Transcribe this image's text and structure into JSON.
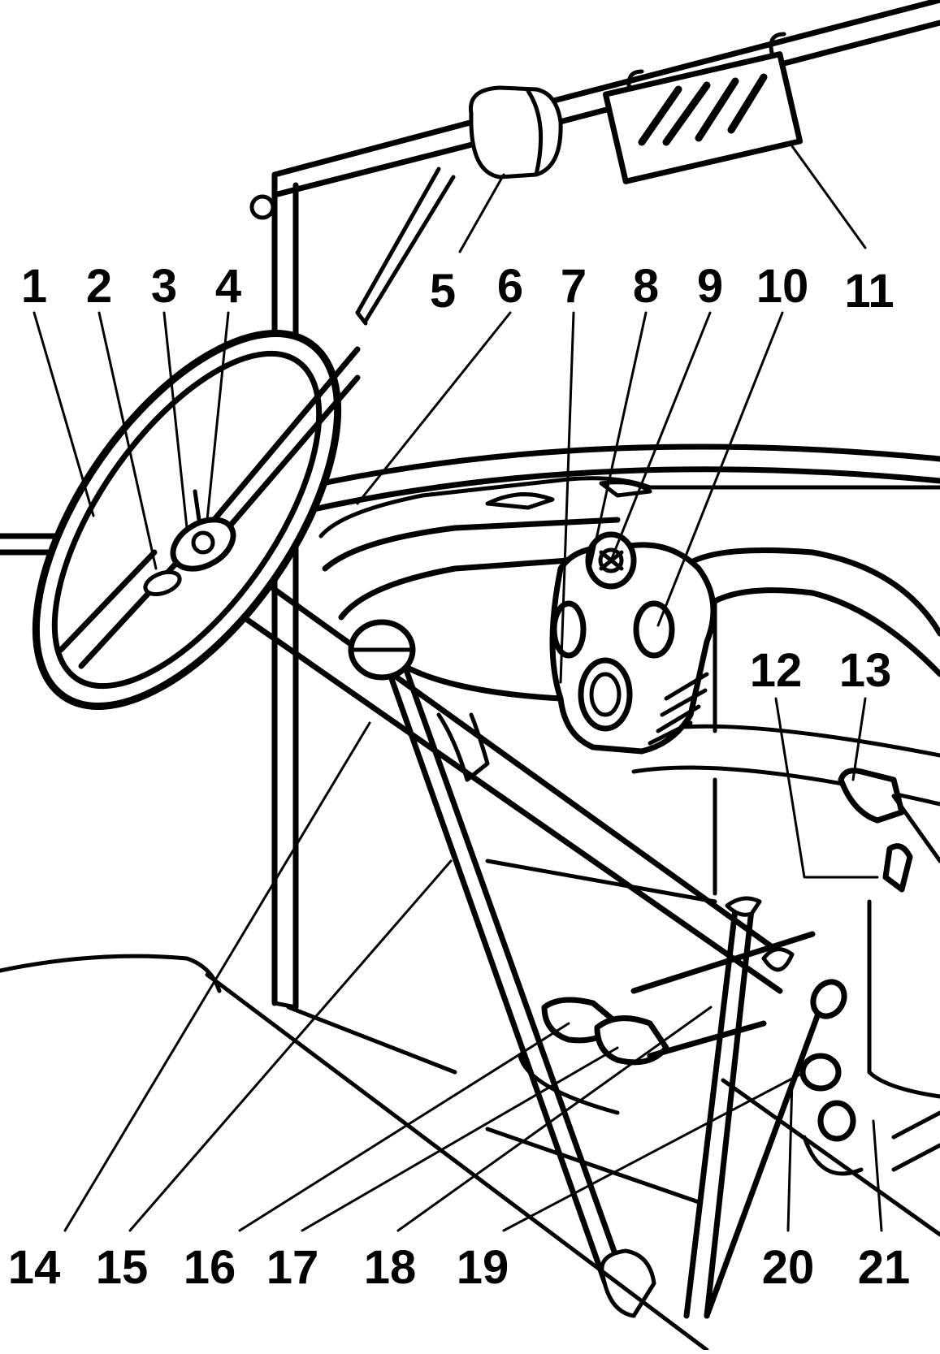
{
  "callouts": [
    {
      "id": "1",
      "text": "1"
    },
    {
      "id": "2",
      "text": "2"
    },
    {
      "id": "3",
      "text": "3"
    },
    {
      "id": "4",
      "text": "4"
    },
    {
      "id": "5",
      "text": "5"
    },
    {
      "id": "6",
      "text": "6"
    },
    {
      "id": "7",
      "text": "7"
    },
    {
      "id": "8",
      "text": "8"
    },
    {
      "id": "9",
      "text": "9"
    },
    {
      "id": "10",
      "text": "10"
    },
    {
      "id": "11",
      "text": "11"
    },
    {
      "id": "12",
      "text": "12"
    },
    {
      "id": "13",
      "text": "13"
    },
    {
      "id": "14",
      "text": "14"
    },
    {
      "id": "15",
      "text": "15"
    },
    {
      "id": "16",
      "text": "16"
    },
    {
      "id": "17",
      "text": "17"
    },
    {
      "id": "18",
      "text": "18"
    },
    {
      "id": "19",
      "text": "19"
    },
    {
      "id": "20",
      "text": "20"
    },
    {
      "id": "21",
      "text": "21"
    }
  ],
  "colors": {
    "ink": "#000000",
    "paper": "#ffffff"
  }
}
